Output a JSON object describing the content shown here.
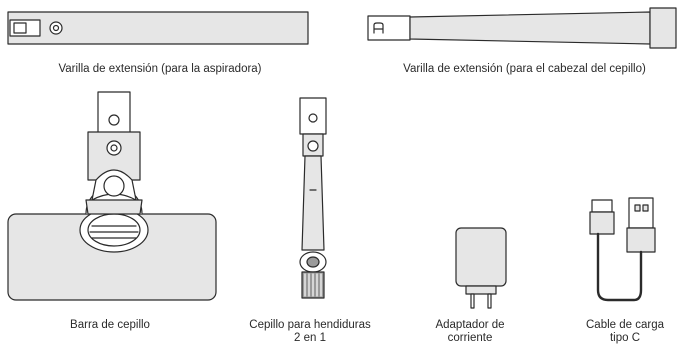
{
  "captions": {
    "rod_vacuum": "Varilla de extensión (para la aspiradora)",
    "rod_brush": "Varilla de extensión (para el cabezal del cepillo)",
    "brush_bar": "Barra de cepillo",
    "crevice_line1": "Cepillo para hendiduras",
    "crevice_line2": "2 en 1",
    "adapter_line1": "Adaptador de",
    "adapter_line2": "corriente",
    "cable_line1": "Cable de carga",
    "cable_line2": "tipo C"
  },
  "style": {
    "stroke_color": "#2b2b2b",
    "fill_color": "#e6e6e6",
    "dark_fill_color": "#9a9a9a"
  }
}
